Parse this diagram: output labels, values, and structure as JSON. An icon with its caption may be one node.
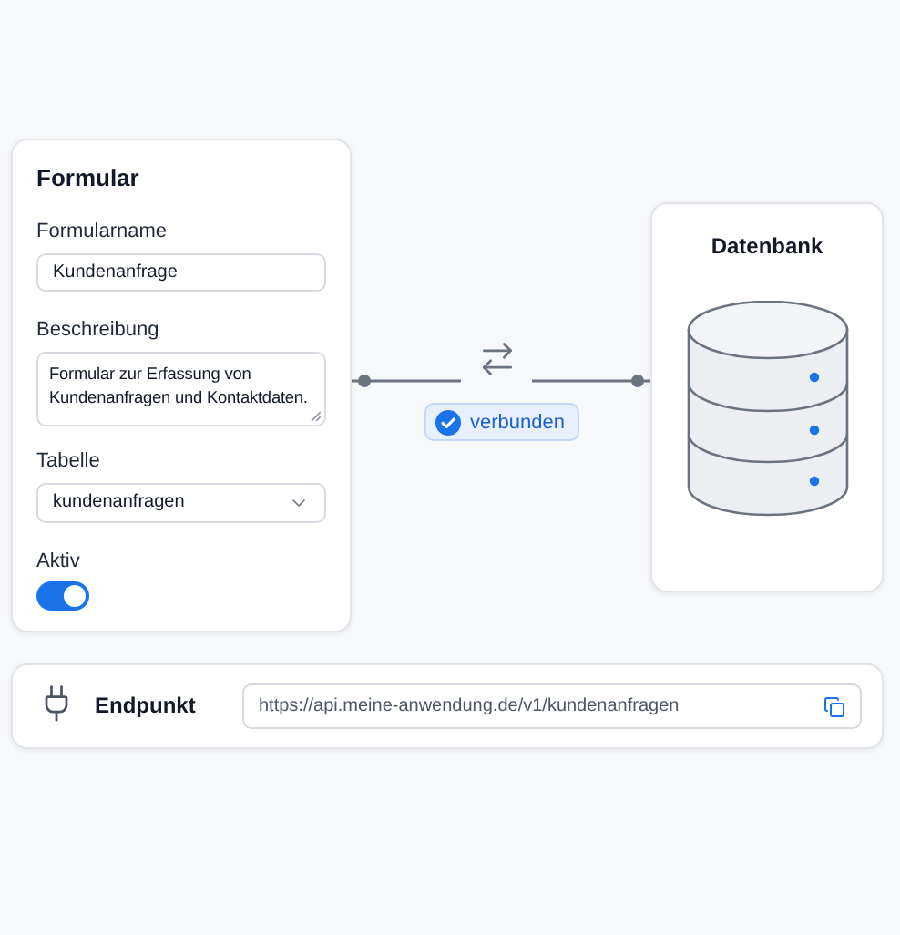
{
  "diagram": {
    "nodes": [
      {
        "text": [
          "Formular"
        ]
      },
      {
        "text": [
          "Formularname",
          "Kundenanfrage"
        ],
        "in": 0
      },
      {
        "text": [
          "Beschreibung",
          "Formular zur Erfassung von Kundenanfragen und Kontaktdaten."
        ],
        "in": 0
      },
      {
        "text": [
          "Tabelle",
          "kundenanfragen"
        ],
        "in": 0
      },
      {
        "text": [
          "Datenbank"
        ]
      },
      {
        "text": [],
        "shape": "cylinder",
        "in": 4
      },
      {
        "text": [
          "Endpunkt"
        ]
      },
      {
        "text": [
          "https://api.meine-anwendung.de/v1/kundenanfragen"
        ],
        "in": 6
      }
    ],
    "edges": [
      {
        "from": 0,
        "to": 4,
        "arrow": "other",
        "label": "verbunden"
      }
    ],
    "labels": [
      "Aktiv"
    ]
  }
}
